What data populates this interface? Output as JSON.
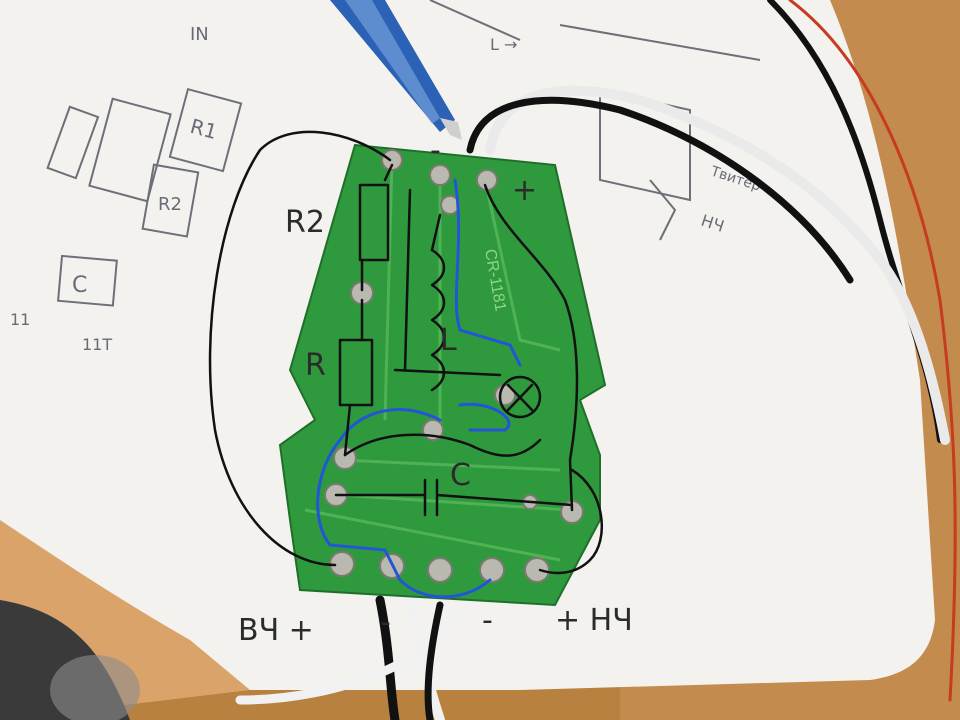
{
  "photo": {
    "description_tags": [
      "pcb",
      "crossover",
      "hand-drawn-schematic"
    ],
    "board_silkscreen": "CR-1181",
    "colors": {
      "table": "#c08a4c",
      "paper": "#f4f3ee",
      "pcb": "#2f9a3d",
      "ink": "#111111",
      "trace_ink": "#2256d8",
      "wire_black": "#111111",
      "wire_white": "#f1f1f1",
      "wire_red": "#c63b22"
    }
  },
  "annotations": {
    "top_minus": "-",
    "top_plus": "+",
    "r2": "R2",
    "r1": "R",
    "inductor": "L",
    "capacitor": "C",
    "lamp": "X",
    "bottom_left": "ВЧ +",
    "bottom_minus_left": "-",
    "bottom_minus_right": "-",
    "bottom_right": "+ НЧ"
  },
  "paper_notes": {
    "in_label": "IN",
    "r1_box": "R1",
    "r2_box": "R2",
    "c_box": "C",
    "tweeter": "Твитер",
    "woofer": "НЧ",
    "arrows": "L →",
    "side_11": "11",
    "side_11t": "11T"
  }
}
